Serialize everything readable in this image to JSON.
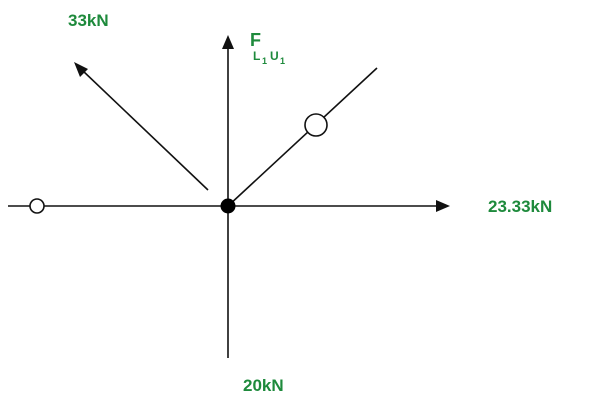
{
  "diagram": {
    "labels": {
      "force_upper_left": "33kN",
      "force_right": "23.33kN",
      "force_bottom": "20kN",
      "member_force_main": "F",
      "member_force_sub_l": "L",
      "member_force_sub_1a": "1",
      "member_force_sub_u": "U",
      "member_force_sub_1b": "1"
    },
    "colors": {
      "label": "#1e8a3c",
      "line": "#111111"
    }
  }
}
